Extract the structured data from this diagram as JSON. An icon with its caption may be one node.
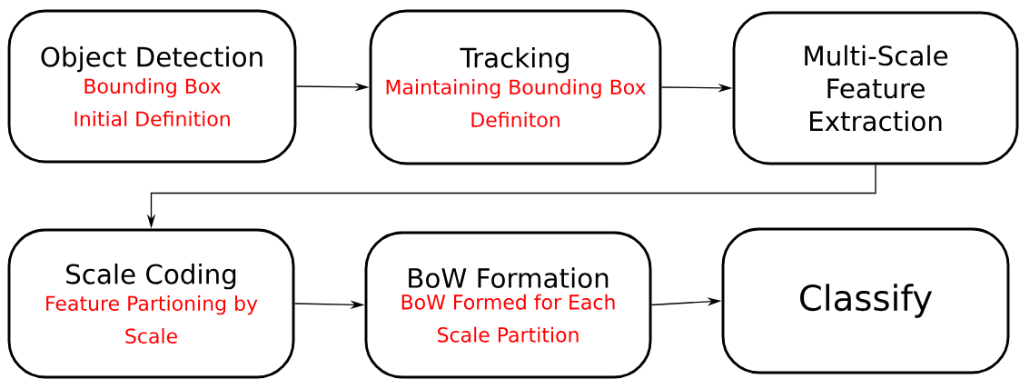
{
  "diagram": {
    "nodes": [
      {
        "text": [
          "Object Detection",
          "Bounding Box Initial Definition"
        ]
      },
      {
        "text": [
          "Tracking",
          "Maintaining Bounding Box Definiton"
        ]
      },
      {
        "text": [
          "Multi-Scale Feature Extraction"
        ]
      },
      {
        "text": [
          "Scale Coding",
          "Feature Partioning by Scale"
        ]
      },
      {
        "text": [
          "BoW Formation",
          "BoW Formed for Each Scale Partition"
        ]
      },
      {
        "text": [
          "Classify"
        ]
      }
    ],
    "edges": [
      {
        "from": 0,
        "to": 1,
        "arrow": "to"
      },
      {
        "from": 1,
        "to": 2,
        "arrow": "to"
      },
      {
        "from": 2,
        "to": 3,
        "arrow": "to"
      },
      {
        "from": 3,
        "to": 4,
        "arrow": "to"
      },
      {
        "from": 4,
        "to": 5,
        "arrow": "to"
      }
    ]
  }
}
